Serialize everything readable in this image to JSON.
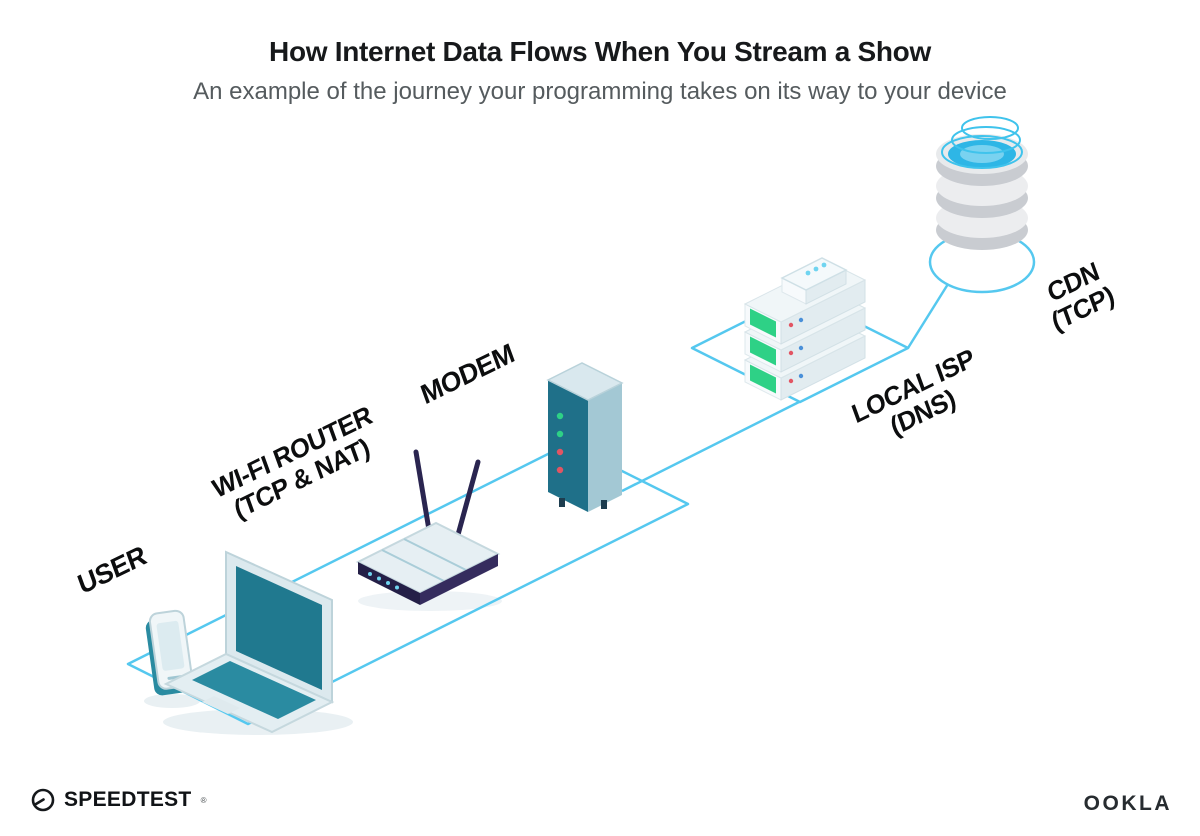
{
  "header": {
    "title": "How Internet Data Flows When You Stream a Show",
    "subtitle": "An example of the journey your programming takes on its way to your device"
  },
  "nodes": {
    "user": {
      "label": "USER"
    },
    "wifi_router": {
      "line1": "WI-FI ROUTER",
      "line2": "(TCP & NAT)"
    },
    "modem": {
      "label": "MODEM"
    },
    "local_isp": {
      "line1": "LOCAL ISP",
      "line2": "(DNS)"
    },
    "cdn": {
      "line1": "CDN",
      "line2": "(TCP)"
    }
  },
  "footer": {
    "speedtest_label": "SPEEDTEST",
    "registered_mark": "®",
    "ookla_label": "OOKLA"
  },
  "colors": {
    "connection_line": "#55c8ef",
    "device_teal": "#1f7089",
    "accent_navy": "#2a2550",
    "led_green": "#2ed186",
    "led_red": "#e25563",
    "cdn_blue": "#2eb6e6"
  }
}
